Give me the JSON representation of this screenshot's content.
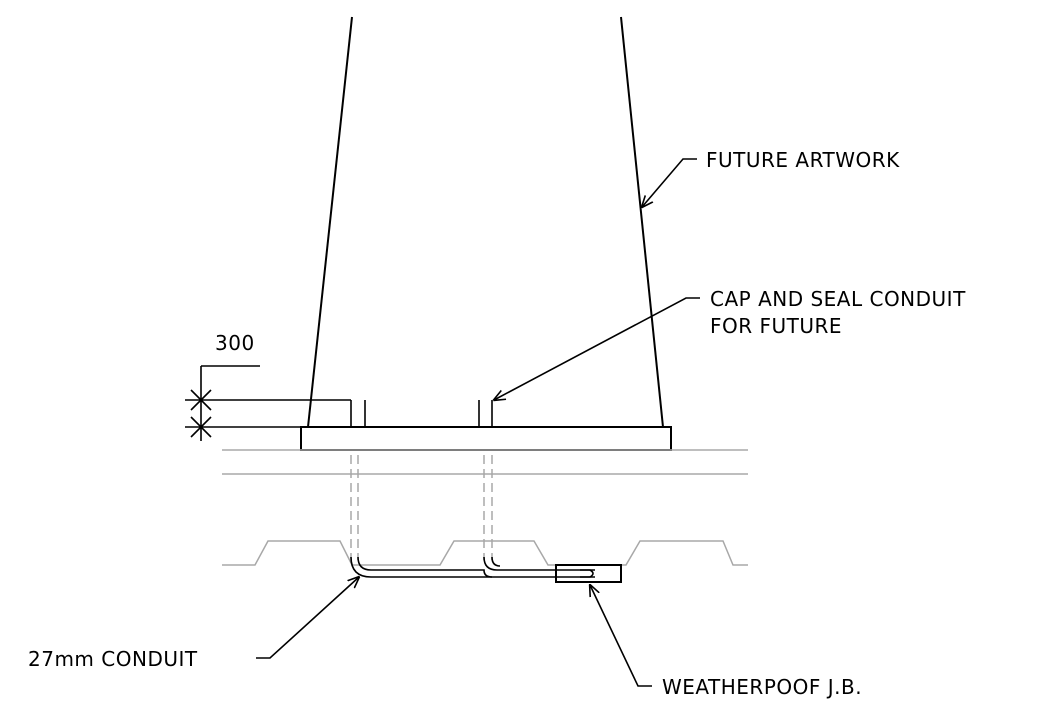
{
  "labels": {
    "future_artwork": "FUTURE ARTWORK",
    "cap_seal_line1": "CAP AND SEAL CONDUIT",
    "cap_seal_line2": "FOR FUTURE",
    "dimension": "300",
    "conduit": "27mm CONDUIT",
    "junction_box": "WEATHERPOOF J.B."
  }
}
